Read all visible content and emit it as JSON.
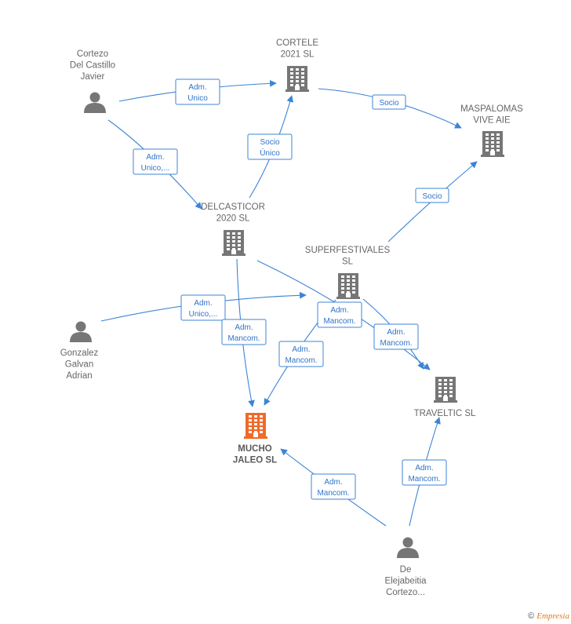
{
  "colors": {
    "edge": "#3c84d6",
    "building": "#767676",
    "focus_building": "#f06a2a",
    "person": "#767676"
  },
  "nodes": [
    {
      "id": "cortezo",
      "type": "person",
      "lines": [
        "Cortezo",
        "Del Castillo",
        "Javier"
      ]
    },
    {
      "id": "cortele",
      "type": "company",
      "lines": [
        "CORTELE",
        "2021  SL"
      ]
    },
    {
      "id": "maspalomas",
      "type": "company",
      "lines": [
        "MASPALOMAS",
        "VIVE  AIE"
      ]
    },
    {
      "id": "delcasticor",
      "type": "company",
      "lines": [
        "DELCASTICOR",
        "2020  SL"
      ]
    },
    {
      "id": "superfestivales",
      "type": "company",
      "lines": [
        "SUPERFESTIVALES",
        "SL"
      ]
    },
    {
      "id": "gonzalez",
      "type": "person",
      "lines": [
        "Gonzalez",
        "Galvan",
        "Adrian"
      ]
    },
    {
      "id": "mucho",
      "type": "company",
      "focus": true,
      "lines": [
        "MUCHO",
        "JALEO  SL"
      ]
    },
    {
      "id": "traveltic",
      "type": "company",
      "lines": [
        "TRAVELTIC  SL"
      ]
    },
    {
      "id": "elejabeitia",
      "type": "person",
      "lines": [
        "De",
        "Elejabeitia",
        "Cortezo..."
      ]
    }
  ],
  "edges": [
    {
      "id": "e1",
      "from": "cortezo",
      "to": "cortele",
      "label": [
        "Adm.",
        "Unico"
      ]
    },
    {
      "id": "e2",
      "from": "cortezo",
      "to": "delcasticor",
      "label": [
        "Adm.",
        "Unico,..."
      ]
    },
    {
      "id": "e3",
      "from": "delcasticor",
      "to": "cortele",
      "label": [
        "Socio",
        "Único"
      ]
    },
    {
      "id": "e4",
      "from": "cortele",
      "to": "maspalomas",
      "label": [
        "Socio"
      ]
    },
    {
      "id": "e5",
      "from": "superfestivales",
      "to": "maspalomas",
      "label": [
        "Socio"
      ]
    },
    {
      "id": "e6",
      "from": "gonzalez",
      "to": "superfestivales",
      "label": [
        "Adm.",
        "Unico,..."
      ]
    },
    {
      "id": "e7",
      "from": "delcasticor",
      "to": "mucho",
      "label": [
        "Adm.",
        "Mancom."
      ]
    },
    {
      "id": "e8",
      "from": "delcasticor",
      "to": "traveltic",
      "label": [
        "Adm.",
        "Mancom."
      ]
    },
    {
      "id": "e9",
      "from": "superfestivales",
      "to": "traveltic",
      "label": [
        "Adm.",
        "Mancom."
      ]
    },
    {
      "id": "e10",
      "from": "superfestivales",
      "to": "mucho",
      "label": [
        "Adm.",
        "Mancom."
      ]
    },
    {
      "id": "e11",
      "from": "elejabeitia",
      "to": "mucho",
      "label": [
        "Adm.",
        "Mancom."
      ]
    },
    {
      "id": "e12",
      "from": "elejabeitia",
      "to": "traveltic",
      "label": [
        "Adm.",
        "Mancom."
      ]
    }
  ],
  "footer": {
    "copyright": "©",
    "brand": "Empresia"
  }
}
